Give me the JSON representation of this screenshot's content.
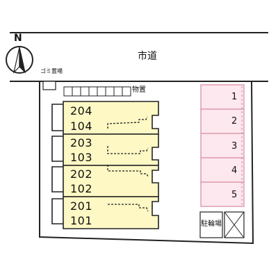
{
  "compass": {
    "letter": "N",
    "icon": "north-arrow-icon"
  },
  "road": {
    "label": "市道"
  },
  "garbage": {
    "label": "ゴミ置場"
  },
  "storage": {
    "label": "物置"
  },
  "bike_parking": {
    "label": "駐輪場"
  },
  "buildings": [
    {
      "upper": "204",
      "lower": "104"
    },
    {
      "upper": "203",
      "lower": "103"
    },
    {
      "upper": "202",
      "lower": "102"
    },
    {
      "upper": "201",
      "lower": "101"
    }
  ],
  "parking": [
    {
      "number": "1"
    },
    {
      "number": "2"
    },
    {
      "number": "3"
    },
    {
      "number": "4"
    },
    {
      "number": "5"
    }
  ],
  "colors": {
    "unit_fill": "#fdf8c4",
    "parking_fill": "#fce8ee",
    "parking_stroke": "#d9889e",
    "line": "#222222"
  }
}
